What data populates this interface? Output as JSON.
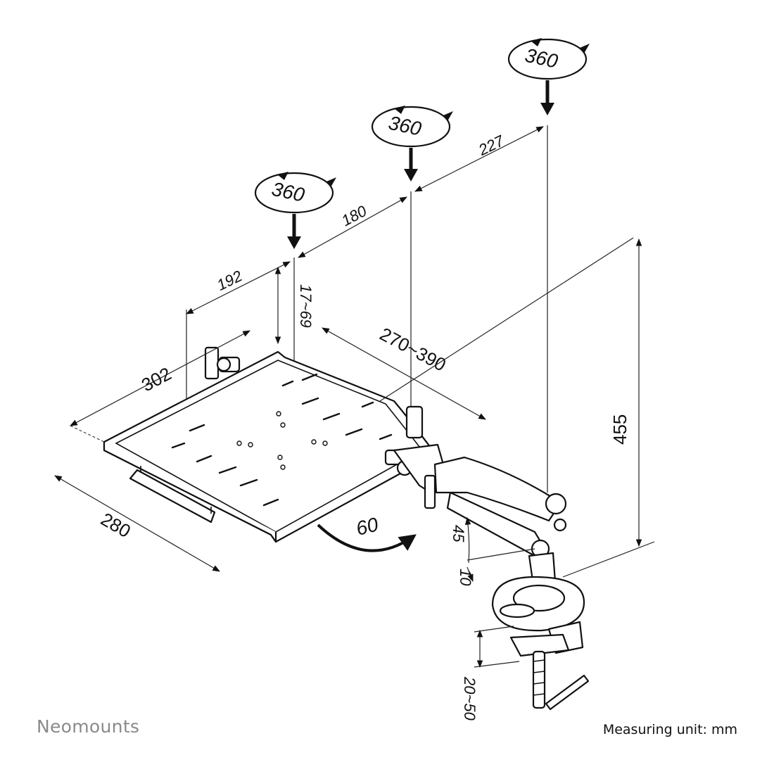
{
  "brand": "Neomounts",
  "measuring_unit": "Measuring unit: mm",
  "dimensions": {
    "rotation_1": "360",
    "rotation_2": "360",
    "rotation_3": "360",
    "arm_segment_1": "192",
    "arm_segment_2": "180",
    "arm_segment_3": "227",
    "height_adjust": "17~69",
    "tray_depth": "302",
    "tray_width_range": "270~390",
    "tray_width": "280",
    "total_height": "455",
    "tilt": "60",
    "tilt_up": "45",
    "tilt_down": "10",
    "clamp_range": "20~50"
  },
  "icons": {
    "rotation": "rotation-arrow-icon",
    "down_arrow": "down-arrow-icon"
  }
}
